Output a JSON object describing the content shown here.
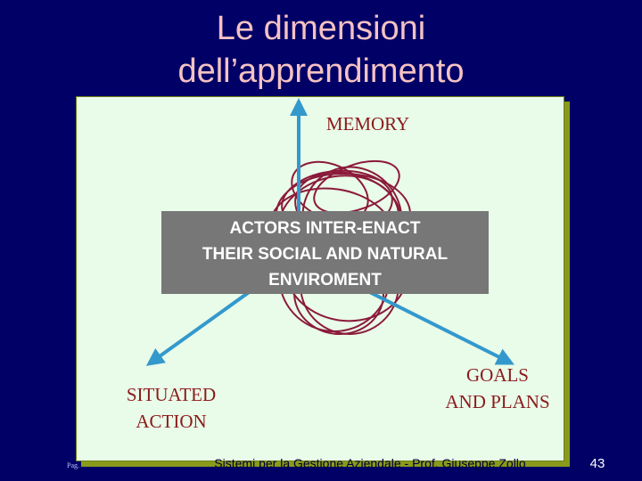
{
  "title": {
    "line1": "Le dimensioni",
    "line2": "dell’apprendimento"
  },
  "diagram": {
    "top_label": "MEMORY",
    "left_label_1": "SITUATED",
    "left_label_2": "ACTION",
    "right_label_1": "GOALS",
    "right_label_2": "AND PLANS",
    "center_1": "ACTORS INTER-ENACT",
    "center_2": "THEIR SOCIAL AND NATURAL",
    "center_3": "ENVIROMENT"
  },
  "footer": {
    "text": "Sistemi per la Gestione Aziendale - Prof. Giuseppe Zollo",
    "page_number": "43",
    "pag_label": "Pag."
  },
  "colors": {
    "background": "#000066",
    "panel": "#e9fbe9",
    "arrow": "#3399cc",
    "scribble": "#8b1a3a",
    "center_box": "#777777"
  }
}
